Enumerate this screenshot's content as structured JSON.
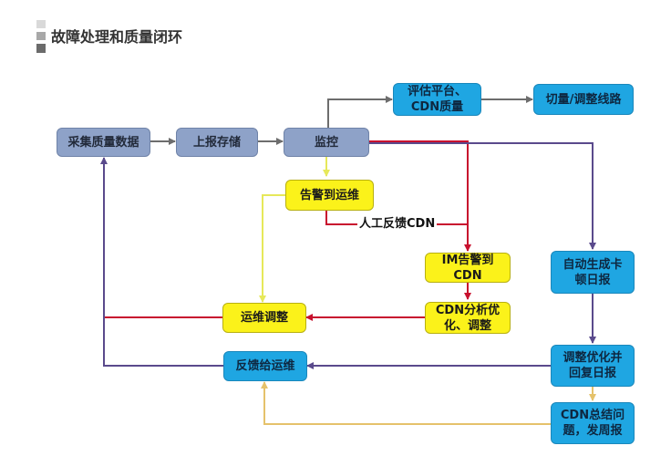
{
  "title": "故障处理和质量闭环",
  "colors": {
    "gray_node": "#8ea2c8",
    "blue_node": "#1fa6e2",
    "yellow_node": "#fbf21a",
    "arrow_gray": "#6d6d6d",
    "arrow_red": "#c8102e",
    "arrow_purple": "#5a4a8c",
    "arrow_yellow": "#e6e85a",
    "arrow_gold": "#e5c26b",
    "title_mark": "#6b6b6b"
  },
  "nodes": {
    "collect": "采集质量数据",
    "report_store": "上报存储",
    "monitor": "监控",
    "evaluate": "评估平台、\nCDN质量",
    "switch": "切量/调整线路",
    "alert_ops": "告警到运维",
    "im_alert": "IM告警到\nCDN",
    "cdn_analyze": "CDN分析优\n化、调整",
    "ops_adjust": "运维调整",
    "auto_report": "自动生成卡\n顿日报",
    "adjust_reply": "调整优化并\n回复日报",
    "feedback_ops": "反馈给运维",
    "cdn_summary": "CDN总结问\n题，发周报"
  },
  "edge_labels": {
    "manual_feedback": "人工反馈CDN"
  }
}
